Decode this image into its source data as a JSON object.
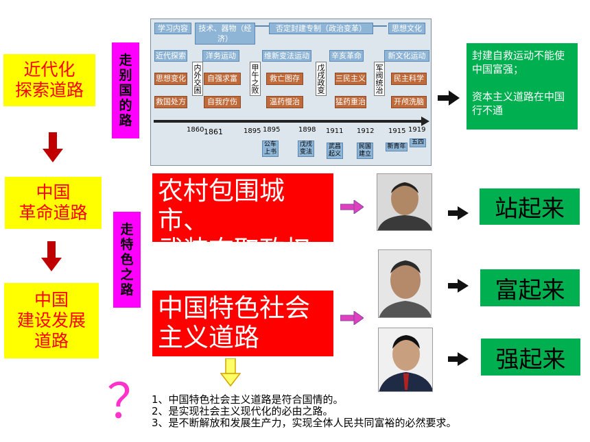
{
  "left": {
    "box1": "近代化\n探索道路",
    "box2": "中国\n革命道路",
    "box3": "中国\n建设发展\n道路"
  },
  "magenta": {
    "top": [
      "走",
      "别",
      "国",
      "的",
      "路"
    ],
    "bottom": [
      "走",
      "特",
      "色",
      "之",
      "路"
    ]
  },
  "timeline": {
    "top_row": [
      "学习内容",
      "技术、器物（经济）",
      "否定封建专制（政治变革）",
      "思想文化"
    ],
    "phases": [
      "近代探索",
      "洋务运动",
      "维新变法运动",
      "辛亥革命",
      "新文化运动"
    ],
    "thoughts": [
      "思想变化",
      "自强求富",
      "救亡图存",
      "三民主义",
      "民主科学"
    ],
    "methods": [
      "救国处方",
      "自我疗伤",
      "温药慢治",
      "猛药重治",
      "开颅洗脑"
    ],
    "vertical": [
      "内外交困",
      "甲午之败",
      "戊戌政变",
      "军阀统治"
    ],
    "years": [
      "1860",
      "1861",
      "1895",
      "1895",
      "1898",
      "1911",
      "1912",
      "1915",
      "1919"
    ],
    "bottom_tags": [
      "公车\n上书",
      "戊戌\n变法",
      "武昌\n起义",
      "民国\n建立",
      "新青年",
      "五四"
    ]
  },
  "conclusion": "封建自救运动不能使中国富强；\n\n资本主义道路在中国行不通",
  "red": {
    "box1": "农村包围城市、\n武装夺取政权",
    "box2": "中国特色社会\n主义道路"
  },
  "green": [
    "站起来",
    "富起来",
    "强起来"
  ],
  "question_mark": "？",
  "notes": [
    "1、中国特色社会主义道路是符合国情的。",
    "2、是实现社会主义现代化的必由之路。",
    "3、是不断解放和发展生产力，实现全体人民共同富裕的必然要求。"
  ],
  "colors": {
    "yellow": "#ffff00",
    "magenta": "#ff00ff",
    "red": "#ff0000",
    "green": "#00b050",
    "dark_red_arrow": "#c00000",
    "arrow_pink": "#e040c0"
  }
}
